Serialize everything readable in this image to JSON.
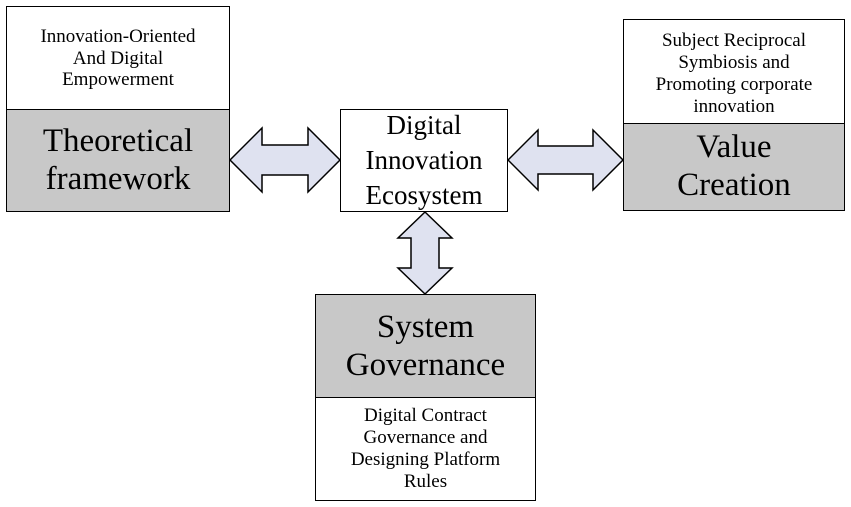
{
  "diagram": {
    "center": {
      "label": "Digital\nInnovation\nEcosystem"
    },
    "theoretical_framework": {
      "label": "Theoretical\nframework",
      "note": "Innovation-Oriented\nAnd Digital\nEmpowerment"
    },
    "value_creation": {
      "label": "Value\nCreation",
      "note": "Subject Reciprocal\nSymbiosis and\nPromoting corporate\ninnovation"
    },
    "system_governance": {
      "label": "System\nGovernance",
      "note": "Digital Contract\nGovernance and\nDesigning Platform\nRules"
    },
    "colors": {
      "box_fill_gray": "#c8c8c8",
      "arrow_fill": "#dfe2f0",
      "border": "#000000"
    }
  }
}
